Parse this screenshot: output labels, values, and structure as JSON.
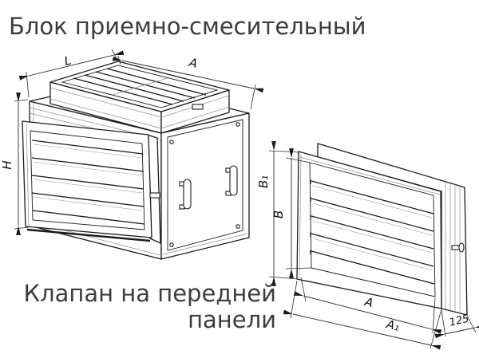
{
  "title": "Блок приемно-смесительный",
  "caption": {
    "line1": "Клапан на передней",
    "line2": "панели"
  },
  "dims": {
    "left": {
      "L": "L",
      "A": "A",
      "H": "H"
    },
    "right": {
      "B1": "B₁",
      "B": "B",
      "A": "A",
      "A1": "A₁",
      "depth": "125"
    }
  },
  "colors": {
    "background": "#ffffff",
    "line": "#1b1b1b",
    "thin_line": "#8f8f8f",
    "text": "#3d3d3d",
    "dim_text": "#111111"
  }
}
